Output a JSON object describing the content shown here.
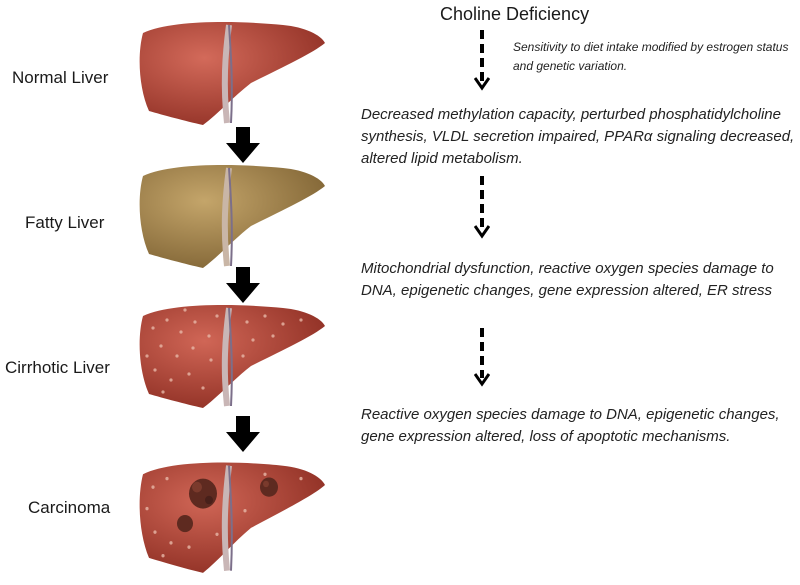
{
  "stages": [
    {
      "label": "Normal Liver",
      "state": "normal"
    },
    {
      "label": "Fatty Liver",
      "state": "fatty"
    },
    {
      "label": "Cirrhotic Liver",
      "state": "cirrhotic"
    },
    {
      "label": "Carcinoma",
      "state": "carcinoma"
    }
  ],
  "mechanism": {
    "title": "Choline Deficiency",
    "note": "Sensitivity to diet intake modified by estrogen status and genetic variation.",
    "steps": [
      "Decreased methylation capacity, perturbed phosphatidylcholine synthesis, VLDL secretion impaired, PPARα signaling decreased, altered lipid metabolism.",
      "Mitochondrial dysfunction, reactive oxygen species damage to DNA, epigenetic changes, gene expression altered, ER stress",
      "Reactive oxygen species damage to DNA, epigenetic changes, gene expression altered, loss of apoptotic mechanisms."
    ]
  },
  "colors": {
    "normal_liver": "#b84a3c",
    "fatty_liver": "#a8894e",
    "cirrhotic_liver": "#b2473a",
    "carcinoma_liver": "#b2473a",
    "tumor": "#5e2a20",
    "arrow": "#000000"
  }
}
